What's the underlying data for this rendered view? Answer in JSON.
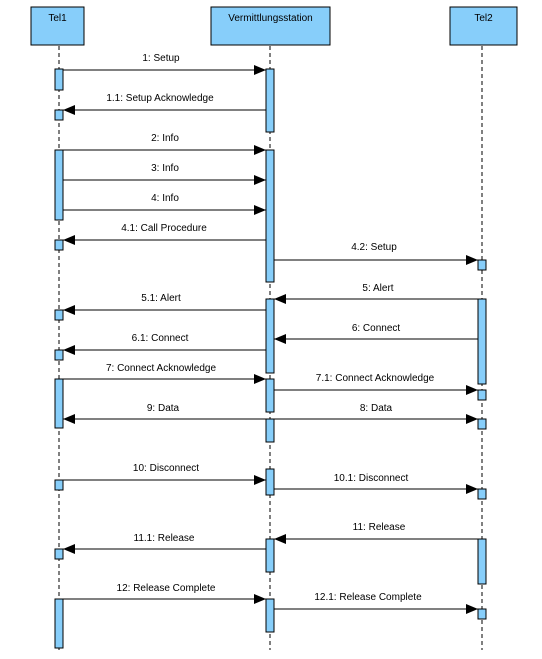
{
  "participants": [
    {
      "id": "tel1",
      "name": "Tel1"
    },
    {
      "id": "vst",
      "name": "Vermittlungsstation"
    },
    {
      "id": "tel2",
      "name": "Tel2"
    }
  ],
  "messages": [
    {
      "label": "1: Setup",
      "from": "tel1",
      "to": "vst"
    },
    {
      "label": "1.1: Setup Acknowledge",
      "from": "vst",
      "to": "tel1"
    },
    {
      "label": "2: Info",
      "from": "tel1",
      "to": "vst"
    },
    {
      "label": "3: Info",
      "from": "tel1",
      "to": "vst"
    },
    {
      "label": "4: Info",
      "from": "tel1",
      "to": "vst"
    },
    {
      "label": "4.1: Call Procedure",
      "from": "vst",
      "to": "tel1"
    },
    {
      "label": "4.2: Setup",
      "from": "vst",
      "to": "tel2"
    },
    {
      "label": "5: Alert",
      "from": "tel2",
      "to": "vst"
    },
    {
      "label": "5.1: Alert",
      "from": "vst",
      "to": "tel1"
    },
    {
      "label": "6: Connect",
      "from": "tel2",
      "to": "vst"
    },
    {
      "label": "6.1: Connect",
      "from": "vst",
      "to": "tel1"
    },
    {
      "label": "7: Connect Acknowledge",
      "from": "tel1",
      "to": "vst"
    },
    {
      "label": "7.1: Connect Acknowledge",
      "from": "vst",
      "to": "tel2"
    },
    {
      "label": "9: Data",
      "from": "vst",
      "to": "tel1"
    },
    {
      "label": "8: Data",
      "from": "vst",
      "to": "tel2"
    },
    {
      "label": "10: Disconnect",
      "from": "tel1",
      "to": "vst"
    },
    {
      "label": "10.1: Disconnect",
      "from": "vst",
      "to": "tel2"
    },
    {
      "label": "11: Release",
      "from": "tel2",
      "to": "vst"
    },
    {
      "label": "11.1: Release",
      "from": "vst",
      "to": "tel1"
    },
    {
      "label": "12: Release Complete",
      "from": "tel1",
      "to": "vst"
    },
    {
      "label": "12.1: Release Complete",
      "from": "vst",
      "to": "tel2"
    }
  ],
  "colors": {
    "header_fill": "#87CEFA",
    "activation_fill": "#87CEFA",
    "line": "#000000"
  }
}
